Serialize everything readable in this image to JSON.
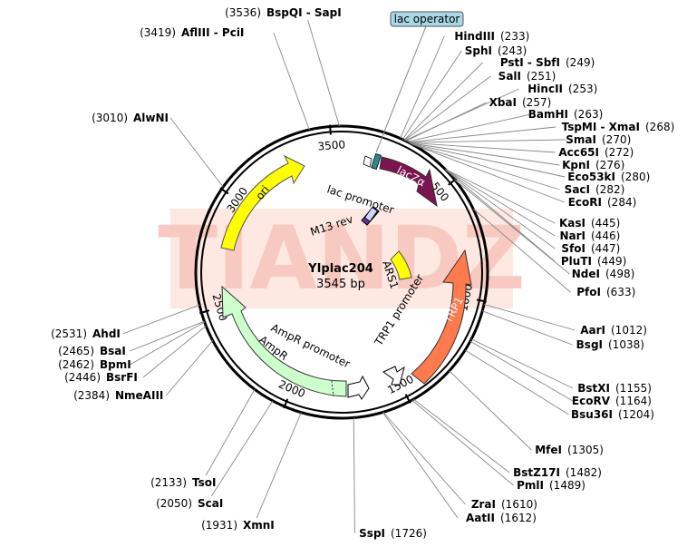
{
  "plasmid": {
    "name": "YIplac204",
    "size_label": "3545 bp",
    "total_bp": 3545
  },
  "watermark": "TIANDZ",
  "tick_labels": [
    {
      "bp": 500,
      "text": "500"
    },
    {
      "bp": 1000,
      "text": "1000"
    },
    {
      "bp": 1500,
      "text": "1500"
    },
    {
      "bp": 2000,
      "text": "2000"
    },
    {
      "bp": 2500,
      "text": "2500"
    },
    {
      "bp": 3000,
      "text": "3000"
    },
    {
      "bp": 3500,
      "text": "3500"
    }
  ],
  "features": {
    "lac_operator": "lac operator",
    "lacZa": "lacZα",
    "lac_promoter": "lac promoter",
    "m13_rev": "M13 rev",
    "ori": "ori",
    "ars1": "ARS1",
    "trp1": "TRP1",
    "trp1_promoter": "TRP1 promoter",
    "ampr": "AmpR",
    "ampr_promoter": "AmpR promoter"
  },
  "colors": {
    "ori": "#ffff00",
    "lacZa": "#7b1450",
    "trp1": "#ff7a4d",
    "ampr": "#ccffcc",
    "ars1": "#ffff00",
    "m13": "#6a2c9a",
    "lac_operator_box": "#a8d8e8"
  },
  "sites_right": [
    {
      "name": "HindIII",
      "pos": "(233)"
    },
    {
      "name": "SphI",
      "pos": "(243)"
    },
    {
      "name": "PstI - SbfI",
      "pos": "(249)"
    },
    {
      "name": "SalI",
      "pos": "(251)"
    },
    {
      "name": "HincII",
      "pos": "(253)"
    },
    {
      "name": "XbaI",
      "pos": "(257)"
    },
    {
      "name": "BamHI",
      "pos": "(263)"
    },
    {
      "name": "TspMI - XmaI",
      "pos": "(268)"
    },
    {
      "name": "SmaI",
      "pos": "(270)"
    },
    {
      "name": "Acc65I",
      "pos": "(272)"
    },
    {
      "name": "KpnI",
      "pos": "(276)"
    },
    {
      "name": "Eco53kI",
      "pos": "(280)"
    },
    {
      "name": "SacI",
      "pos": "(282)"
    },
    {
      "name": "EcoRI",
      "pos": "(284)"
    },
    {
      "name": "KasI",
      "pos": "(445)"
    },
    {
      "name": "NarI",
      "pos": "(446)"
    },
    {
      "name": "SfoI",
      "pos": "(447)"
    },
    {
      "name": "PluTI",
      "pos": "(449)"
    },
    {
      "name": "NdeI",
      "pos": "(498)"
    },
    {
      "name": "PfoI",
      "pos": "(633)"
    },
    {
      "name": "AarI",
      "pos": "(1012)"
    },
    {
      "name": "BsgI",
      "pos": "(1038)"
    },
    {
      "name": "BstXI",
      "pos": "(1155)"
    },
    {
      "name": "EcoRV",
      "pos": "(1164)"
    },
    {
      "name": "Bsu36I",
      "pos": "(1204)"
    },
    {
      "name": "MfeI",
      "pos": "(1305)"
    },
    {
      "name": "BstZ17I",
      "pos": "(1482)"
    },
    {
      "name": "PmlI",
      "pos": "(1489)"
    },
    {
      "name": "ZraI",
      "pos": "(1610)"
    },
    {
      "name": "AatII",
      "pos": "(1612)"
    },
    {
      "name": "SspI",
      "pos": "(1726)"
    }
  ],
  "sites_left": [
    {
      "name": "BspQI - SapI",
      "pos": "(3536)"
    },
    {
      "name": "AflIII - PciI",
      "pos": "(3419)"
    },
    {
      "name": "AlwNI",
      "pos": "(3010)"
    },
    {
      "name": "AhdI",
      "pos": "(2531)"
    },
    {
      "name": "BsaI",
      "pos": "(2465)"
    },
    {
      "name": "BpmI",
      "pos": "(2462)"
    },
    {
      "name": "BsrFI",
      "pos": "(2446)"
    },
    {
      "name": "NmeAIII",
      "pos": "(2384)"
    },
    {
      "name": "TsoI",
      "pos": "(2133)"
    },
    {
      "name": "ScaI",
      "pos": "(2050)"
    },
    {
      "name": "XmnI",
      "pos": "(1931)"
    }
  ]
}
